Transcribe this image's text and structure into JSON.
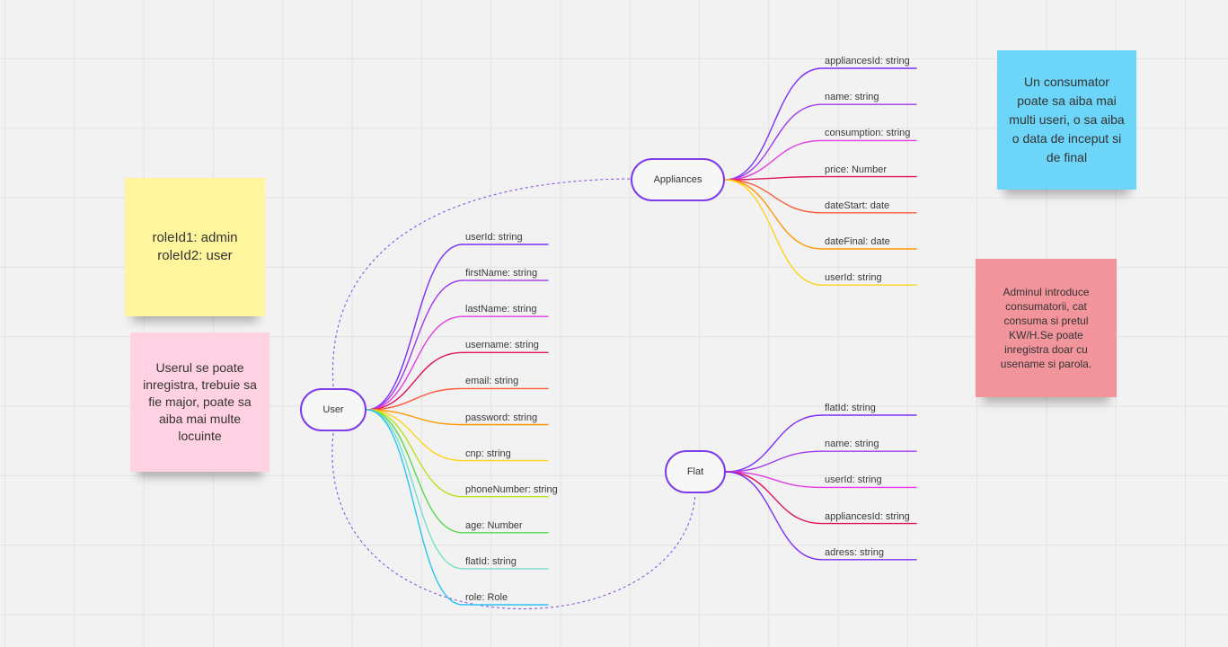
{
  "colors": {
    "node_border": "#7e3ce8",
    "dashed_link": "#8a55e6",
    "branch_palette": [
      "#7b2ff7",
      "#a238ee",
      "#e23ee0",
      "#e0115f",
      "#ff5a3c",
      "#ff9800",
      "#ffd21f",
      "#b8e21f",
      "#55d94b",
      "#74e0c8",
      "#2cc3f2"
    ]
  },
  "nodes": {
    "user": "User",
    "appliances": "Appliances",
    "flat": "Flat"
  },
  "user_fields": [
    "userId: string",
    "firstName: string",
    "lastName: string",
    "username: string",
    "email: string",
    "password: string",
    "cnp: string",
    "phoneNumber: string",
    "age: Number",
    "flatId: string",
    "role: Role"
  ],
  "appliances_fields": [
    "appliancesId: string",
    "name: string",
    "consumption: string",
    "price: Number",
    "dateStart: date",
    "dateFinal: date",
    "userId: string"
  ],
  "flat_fields": [
    "flatId: string",
    "name: string",
    "userId: string",
    "appliancesId: string",
    "adress: string"
  ],
  "notes": {
    "roles": {
      "line1": "roleId1: admin",
      "line2": "roleId2: user",
      "color": "#fff59d"
    },
    "user_info": {
      "text": "Userul se poate inregistra, trebuie sa fie major, poate sa aiba mai multe locuinte",
      "color": "#ffd1e3"
    },
    "consumer_info": {
      "text": "Un consumator poate sa aiba mai multi useri, o sa aiba o data de inceput si de final",
      "color": "#6dd5f7"
    },
    "admin_info": {
      "text": "Adminul introduce consumatorii, cat consuma si pretul KW/H.Se poate inregistra doar cu usename si parola.",
      "color": "#f1949c"
    }
  }
}
